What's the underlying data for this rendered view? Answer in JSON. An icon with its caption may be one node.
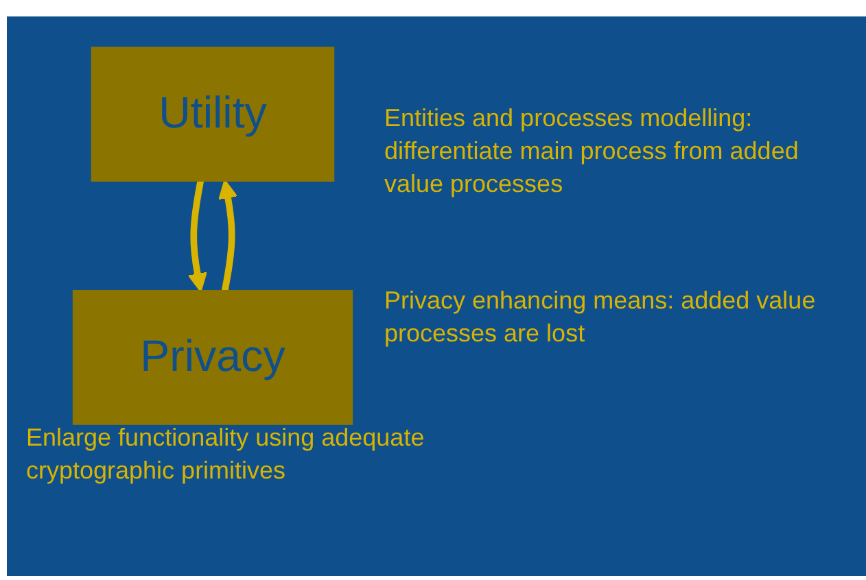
{
  "diagram": {
    "nodes": [
      {
        "text": [
          "Utility"
        ]
      },
      {
        "text": [
          "Privacy"
        ]
      }
    ],
    "edges": [
      {
        "from": 0,
        "to": 1,
        "arrow": "to"
      },
      {
        "from": 1,
        "to": 0,
        "arrow": "to"
      }
    ],
    "labels": [
      "Entities and processes modelling: differentiate main process from added value processes",
      "Privacy enhancing means: added value processes are lost",
      "Enlarge functionality using adequate cryptographic primitives"
    ]
  }
}
